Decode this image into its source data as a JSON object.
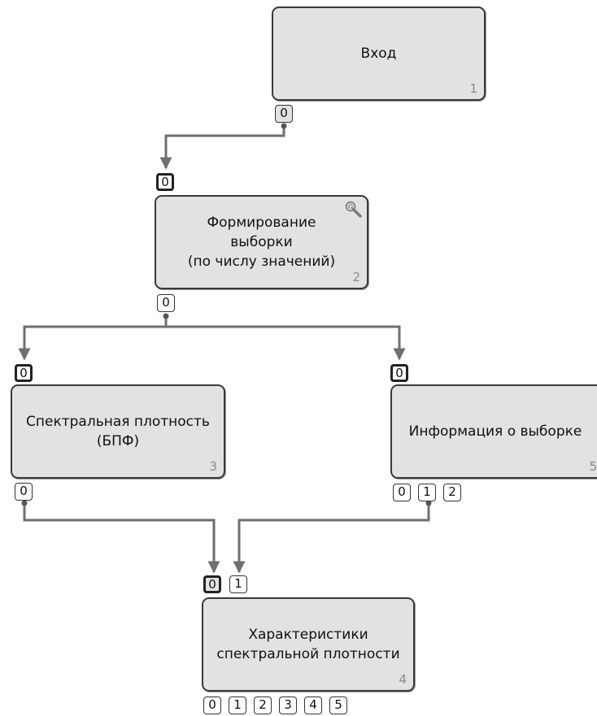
{
  "nodes": [
    {
      "id": "1",
      "title": "Вход",
      "number": "1"
    },
    {
      "id": "2",
      "title": "Формирование\nвыборки\n(по числу значений)",
      "number": "2"
    },
    {
      "id": "3",
      "title": "Спектральная плотность\n(БПФ)",
      "number": "3"
    },
    {
      "id": "4",
      "title": "Характеристики\nспектральной плотности",
      "number": "4"
    },
    {
      "id": "5",
      "title": "Информация о выборке",
      "number": "5"
    }
  ],
  "ports": {
    "n1_out": [
      "0"
    ],
    "n2_in": [
      "0"
    ],
    "n2_out": [
      "0"
    ],
    "n3_in": [
      "0"
    ],
    "n3_out": [
      "0"
    ],
    "n5_in": [
      "0"
    ],
    "n5_out": [
      "0",
      "1",
      "2"
    ],
    "n4_in": [
      "0",
      "1"
    ],
    "n4_out": [
      "0",
      "1",
      "2",
      "3",
      "4",
      "5"
    ]
  },
  "icons": {
    "node2_settings": "wrench-icon"
  },
  "colors": {
    "node_fill": "#e2e2e2",
    "wire": "#6f6f6f",
    "border": "#3a3a3a"
  }
}
